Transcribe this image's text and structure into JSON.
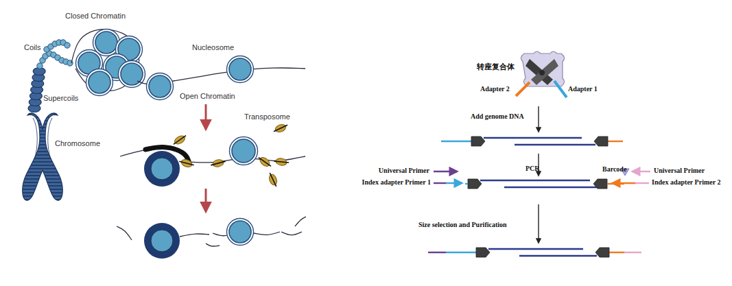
{
  "diagram": {
    "labels": [
      "Closed Chromatin",
      "Coils",
      "Nucleosome",
      "Supercoils",
      "Open Chromatin",
      "Chromosome",
      "Transposome",
      "转座复合体",
      "Adapter 2",
      "Adapter 1",
      "Add genome DNA",
      "PCR",
      "Universal Primer",
      "Index adapter Primer 1",
      "Barcode",
      "Universal Primer",
      "Index adapter Primer 2",
      "Size selection and Purification"
    ]
  }
}
